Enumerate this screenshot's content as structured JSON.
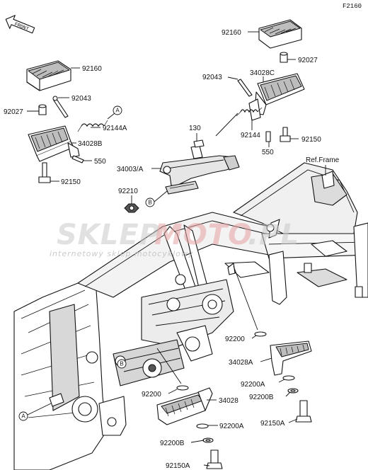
{
  "figure_code": "F2160",
  "front_label": "FRONT",
  "ref_label": "Ref.Frame",
  "watermark": {
    "brand_left": "SKLEP",
    "brand_mid": "MOTO",
    "brand_right": ".PL",
    "tagline": "internetowy sklep motocyklowy"
  },
  "callouts": {
    "a": "A",
    "b": "B"
  },
  "parts": {
    "p92160_left": "92160",
    "p92043_left": "92043",
    "p92027_left": "92027",
    "p92144A": "92144A",
    "p34028B": "34028B",
    "p550_left": "550",
    "p92150_left": "92150",
    "p92160_right": "92160",
    "p92027_right": "92027",
    "p92043_right": "92043",
    "p34028C": "34028C",
    "p130": "130",
    "p92144": "92144",
    "p92150_right": "92150",
    "p550_right": "550",
    "p34003A": "34003/A",
    "p92210": "92210",
    "p92200_r": "92200",
    "p34028A": "34028A",
    "p92200A_r": "92200A",
    "p92200B_r": "92200B",
    "p92150A_r": "92150A",
    "p92200_c": "92200",
    "p34028": "34028",
    "p92200A_c": "92200A",
    "p92200B_c": "92200B",
    "p92150A_c": "92150A"
  }
}
